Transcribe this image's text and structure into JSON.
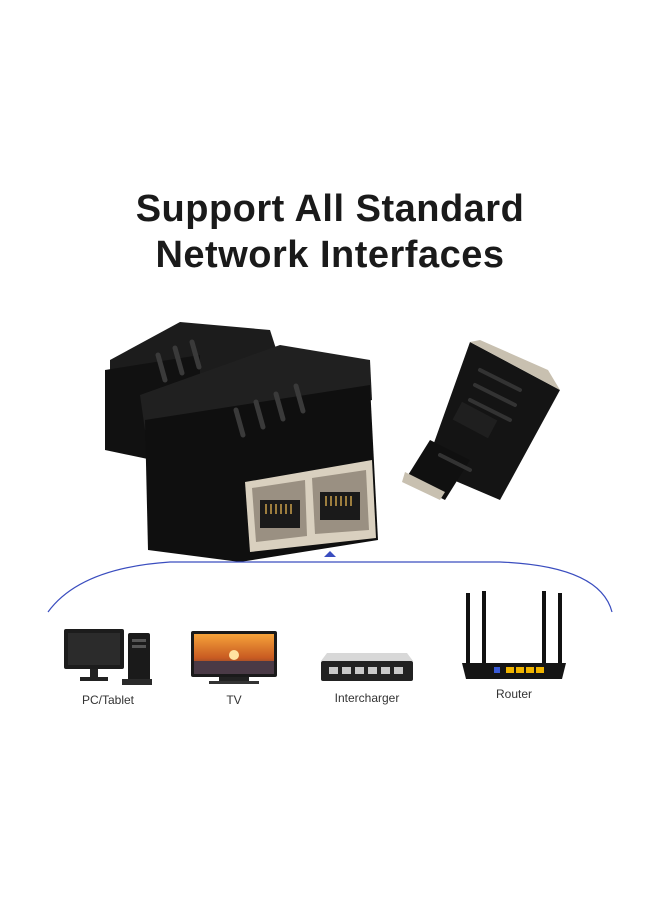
{
  "headline": {
    "line1": "Support All Standard",
    "line2": "Network Interfaces"
  },
  "devices": [
    {
      "label": "PC/Tablet",
      "icon": "desktop-pc-icon"
    },
    {
      "label": "TV",
      "icon": "television-icon"
    },
    {
      "label": "Intercharger",
      "icon": "network-switch-icon"
    },
    {
      "label": "Router",
      "icon": "router-icon"
    }
  ],
  "colors": {
    "headline": "#1a1a1a",
    "adapter_body": "#121212",
    "accent_line": "#3a4dbf",
    "router_port": "#f0b400"
  }
}
